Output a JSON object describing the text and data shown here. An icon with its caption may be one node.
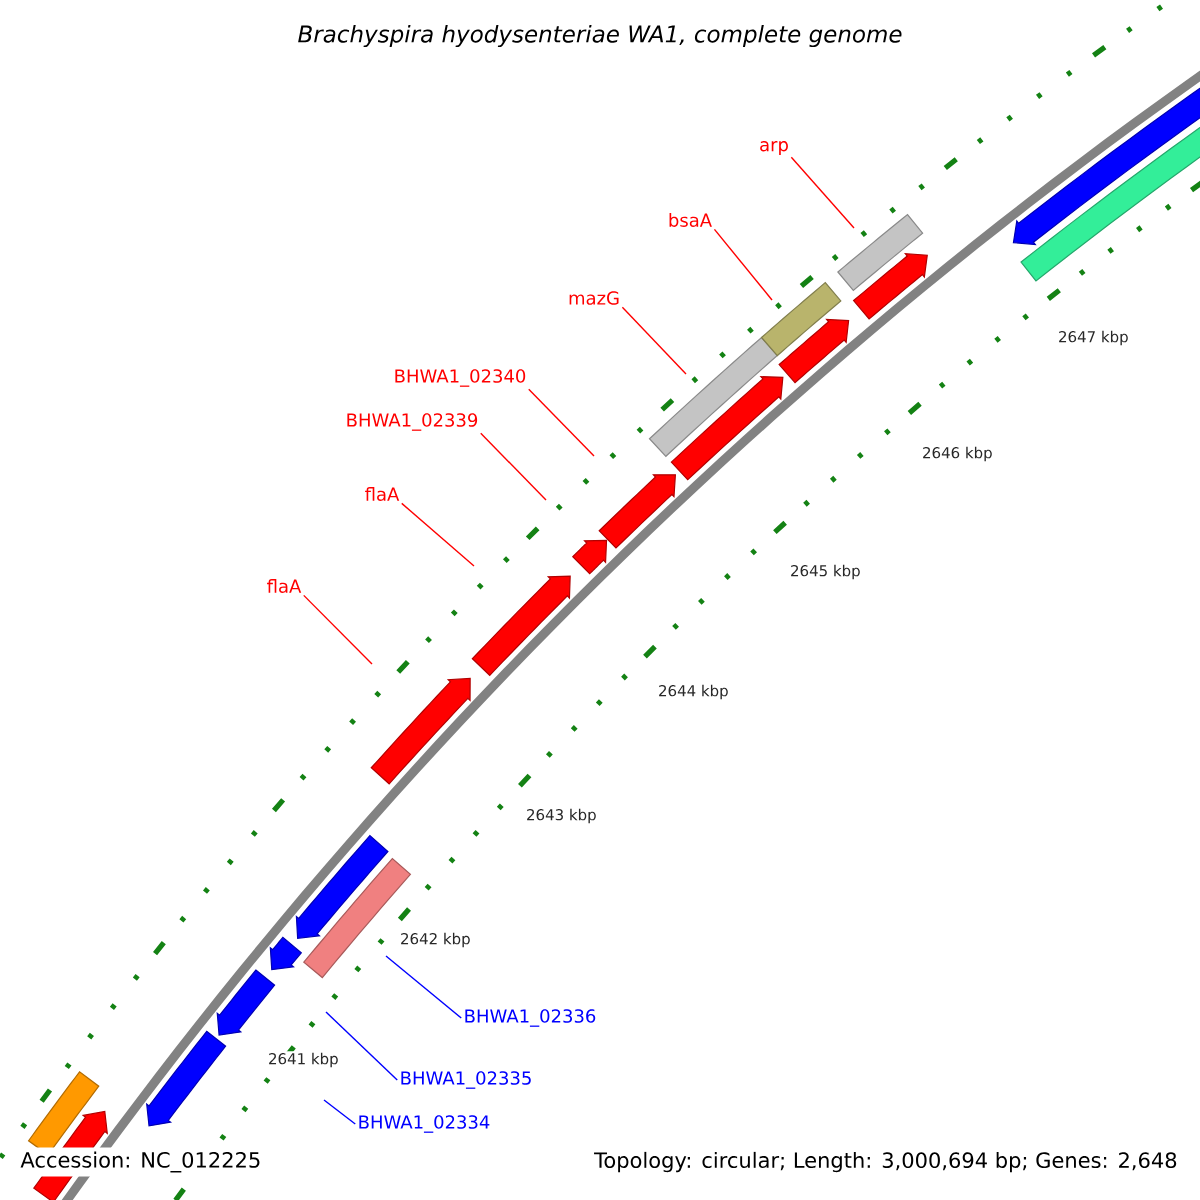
{
  "diagram": {
    "title": "Brachyspira hyodysenteriae WA1, complete genome",
    "nodes": [
      {
        "text": [
          "arp"
        ]
      },
      {
        "text": [
          "bsaA"
        ]
      },
      {
        "text": [
          "mazG"
        ]
      },
      {
        "text": [
          "BHWA1_02340"
        ]
      },
      {
        "text": [
          "BHWA1_02339"
        ]
      },
      {
        "text": [
          "flaA"
        ]
      },
      {
        "text": [
          "flaA"
        ]
      },
      {
        "text": [
          "BHWA1_02336"
        ]
      },
      {
        "text": [
          "BHWA1_02335"
        ]
      },
      {
        "text": [
          "BHWA1_02334"
        ]
      }
    ],
    "edges": [
      {
        "from": 0,
        "to": null,
        "arrow": "none"
      },
      {
        "from": 1,
        "to": null,
        "arrow": "none"
      },
      {
        "from": 2,
        "to": null,
        "arrow": "none"
      },
      {
        "from": 3,
        "to": null,
        "arrow": "none"
      },
      {
        "from": 4,
        "to": null,
        "arrow": "none"
      },
      {
        "from": 5,
        "to": null,
        "arrow": "none"
      },
      {
        "from": 6,
        "to": null,
        "arrow": "none"
      },
      {
        "from": 7,
        "to": null,
        "arrow": "none",
        "color": "#0000ff"
      },
      {
        "from": 8,
        "to": null,
        "arrow": "none",
        "color": "#0000ff"
      },
      {
        "from": 9,
        "to": null,
        "arrow": "none",
        "color": "#0000ff"
      }
    ],
    "labels": [
      "2647 kbp",
      "2646 kbp",
      "2645 kbp",
      "2644 kbp",
      "2643 kbp",
      "2642 kbp",
      "2641 kbp",
      "Accession: NC_012225",
      "Topology: circular; Length: 3,000,694 bp; Genes: 2,648"
    ]
  }
}
